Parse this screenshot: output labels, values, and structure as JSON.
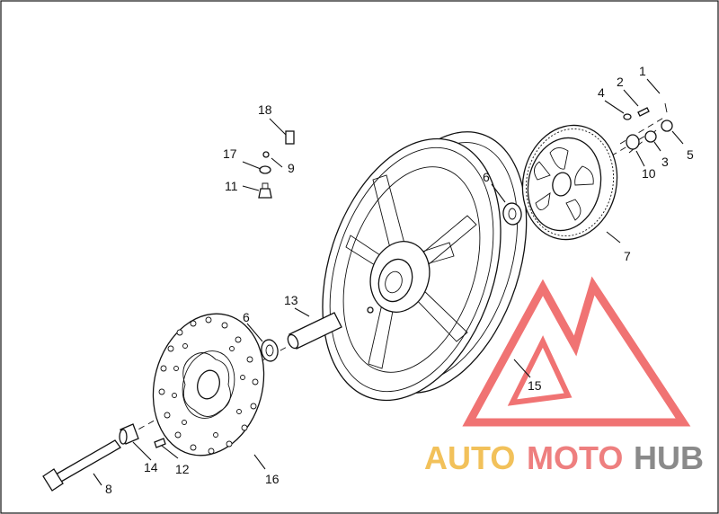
{
  "diagram": {
    "type": "exploded-parts-view",
    "callouts": [
      {
        "id": "c1",
        "label": "1"
      },
      {
        "id": "c2",
        "label": "2"
      },
      {
        "id": "c3",
        "label": "3"
      },
      {
        "id": "c4",
        "label": "4"
      },
      {
        "id": "c5",
        "label": "5"
      },
      {
        "id": "c6a",
        "label": "6"
      },
      {
        "id": "c6b",
        "label": "6"
      },
      {
        "id": "c7",
        "label": "7"
      },
      {
        "id": "c8",
        "label": "8"
      },
      {
        "id": "c9",
        "label": "9"
      },
      {
        "id": "c10",
        "label": "10"
      },
      {
        "id": "c11",
        "label": "11"
      },
      {
        "id": "c12",
        "label": "12"
      },
      {
        "id": "c13",
        "label": "13"
      },
      {
        "id": "c14",
        "label": "14"
      },
      {
        "id": "c15",
        "label": "15"
      },
      {
        "id": "c16",
        "label": "16"
      },
      {
        "id": "c17",
        "label": "17"
      },
      {
        "id": "c18",
        "label": "18"
      }
    ]
  },
  "watermark": {
    "part1": "AUTO",
    "part2": "MOTO",
    "part3": "HUB",
    "color_part1": "#f2c15a",
    "color_part2": "#ee7f7f",
    "color_part3": "#8a8a8a",
    "logo_color": "#ee5b5b"
  }
}
